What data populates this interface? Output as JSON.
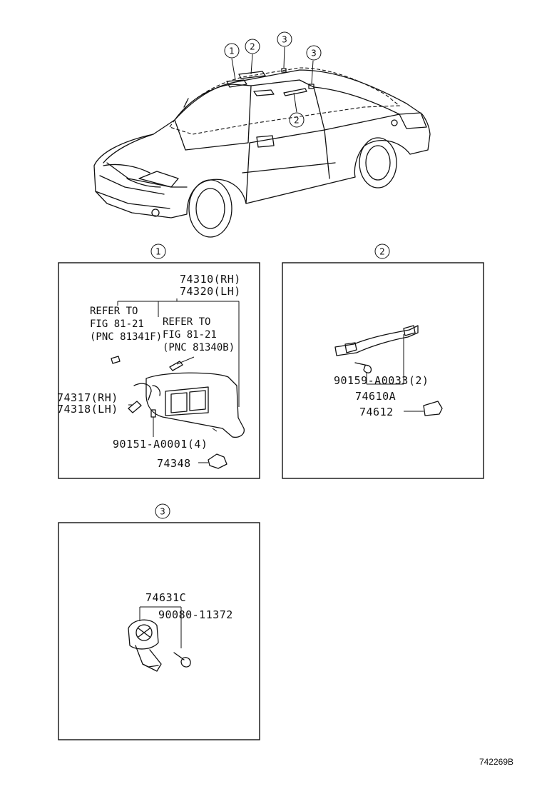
{
  "callouts": {
    "c1": "1",
    "c2": "2",
    "c3": "3"
  },
  "panel1": {
    "pn_visor_rh": "74310(RH)",
    "pn_visor_lh": "74320(LH)",
    "ref_a_line1": "REFER TO",
    "ref_a_line2": "FIG 81-21",
    "ref_a_line3": "(PNC 81341F)",
    "ref_b_line1": "REFER TO",
    "ref_b_line2": "FIG 81-21",
    "ref_b_line3": "(PNC 81340B)",
    "pn_holder_rh": "74317(RH)",
    "pn_holder_lh": "74318(LH)",
    "pn_screw": "90151-A0001(4)",
    "pn_clip": "74348"
  },
  "panel2": {
    "pn_screw": "90159-A0033(2)",
    "pn_grip": "74610A",
    "pn_cover": "74612"
  },
  "panel3": {
    "pn_hook": "74631C",
    "pn_screw": "90080-11372"
  },
  "footer": {
    "figure_code": "742269B"
  }
}
